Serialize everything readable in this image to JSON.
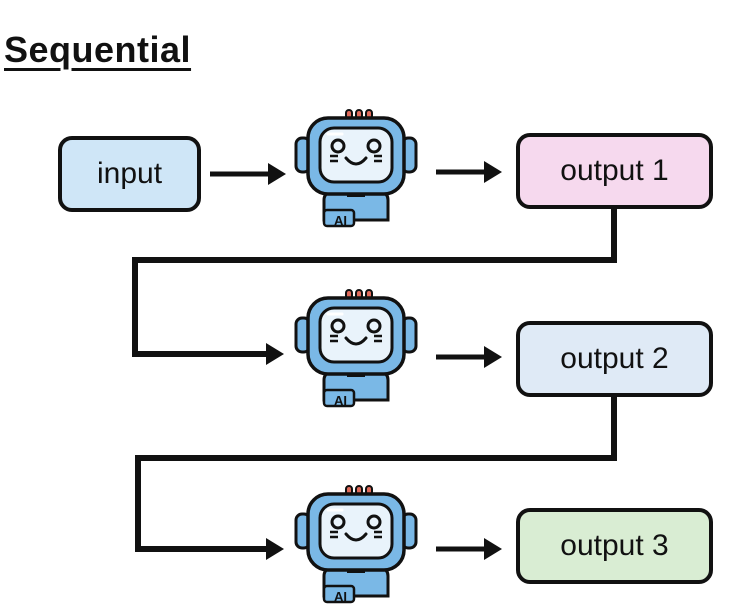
{
  "title": "Sequential",
  "nodes": {
    "input": {
      "label": "input",
      "color": "#cfe6f7"
    },
    "output1": {
      "label": "output 1",
      "color": "#f6d9ee"
    },
    "output2": {
      "label": "output 2",
      "color": "#dfeaf6"
    },
    "output3": {
      "label": "output 3",
      "color": "#d9edd3"
    }
  },
  "robots": [
    {
      "badge": "AI"
    },
    {
      "badge": "AI"
    },
    {
      "badge": "AI"
    }
  ],
  "colors": {
    "line": "#111111",
    "robot_body": "#7ab8e6",
    "robot_screen": "#e9f3fb",
    "robot_lights": "#e06a5a"
  }
}
